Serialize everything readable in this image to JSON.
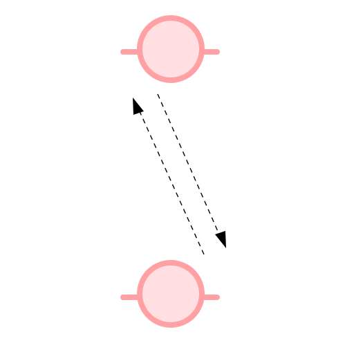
{
  "diagram": {
    "nodes": [
      {
        "id": "top-node"
      },
      {
        "id": "bottom-node"
      }
    ],
    "edges": [
      {
        "from": "bottom-node",
        "to": "top-node",
        "style": "dashed",
        "arrow": "end"
      },
      {
        "from": "top-node",
        "to": "bottom-node",
        "style": "dashed",
        "arrow": "end"
      }
    ]
  },
  "colors": {
    "node_fill": "#ffdfe1",
    "node_stroke": "#ffa1a4",
    "arrow": "#000000",
    "background": "#ffffff"
  }
}
